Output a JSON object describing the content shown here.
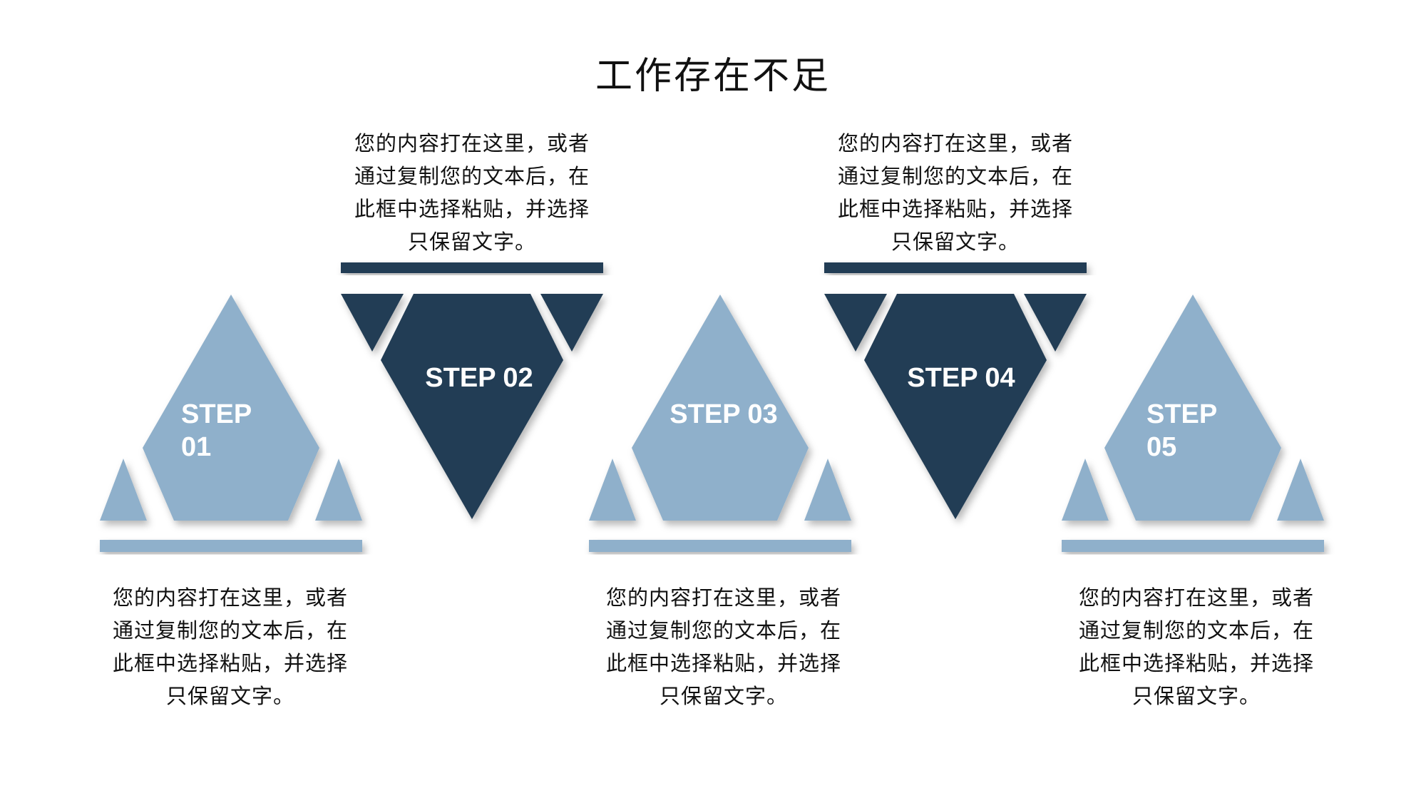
{
  "title": "工作存在不足",
  "colors": {
    "light": "#8fb0cb",
    "dark": "#243e54",
    "text": "#111111",
    "label": "#ffffff"
  },
  "steps": [
    {
      "label_lines": [
        "STEP",
        "01"
      ],
      "style": "light",
      "orientation": "up",
      "desc_lines": [
        "您的内容打在这里，或者",
        "通过复制您的文本后，在",
        "此框中选择粘贴，并选择",
        "只保留文字。"
      ]
    },
    {
      "label_lines": [
        "STEP 02"
      ],
      "style": "dark",
      "orientation": "down",
      "desc_lines": [
        "您的内容打在这里，或者",
        "通过复制您的文本后，在",
        "此框中选择粘贴，并选择",
        "只保留文字。"
      ]
    },
    {
      "label_lines": [
        "STEP 03"
      ],
      "style": "light",
      "orientation": "up",
      "desc_lines": [
        "您的内容打在这里，或者",
        "通过复制您的文本后，在",
        "此框中选择粘贴，并选择",
        "只保留文字。"
      ]
    },
    {
      "label_lines": [
        "STEP 04"
      ],
      "style": "dark",
      "orientation": "down",
      "desc_lines": [
        "您的内容打在这里，或者",
        "通过复制您的文本后，在",
        "此框中选择粘贴，并选择",
        "只保留文字。"
      ]
    },
    {
      "label_lines": [
        "STEP",
        "05"
      ],
      "style": "light",
      "orientation": "up",
      "desc_lines": [
        "您的内容打在这里，或者",
        "通过复制您的文本后，在",
        "此框中选择粘贴，并选择",
        "只保留文字。"
      ]
    }
  ]
}
